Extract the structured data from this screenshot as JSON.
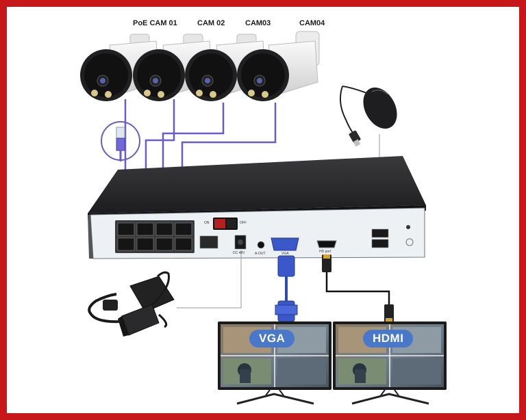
{
  "cameras": [
    {
      "label": "PoE CAM 01"
    },
    {
      "label": "CAM 02"
    },
    {
      "label": "CAM03"
    },
    {
      "label": "CAM04"
    }
  ],
  "monitors": [
    {
      "label": "VGA"
    },
    {
      "label": "HDMI"
    }
  ],
  "nvr": {
    "switch_on": "ON",
    "switch_off": "OFF",
    "power_input": "DC 48V",
    "audio_out": "A-OUT",
    "vga_port": "VGA",
    "hdmi_port": "HD port"
  },
  "colors": {
    "frame": "#c8171b",
    "cable": "#6a5acd",
    "monitor_badge": "#4a78c8",
    "nvr_body": "#2b2b2d"
  }
}
